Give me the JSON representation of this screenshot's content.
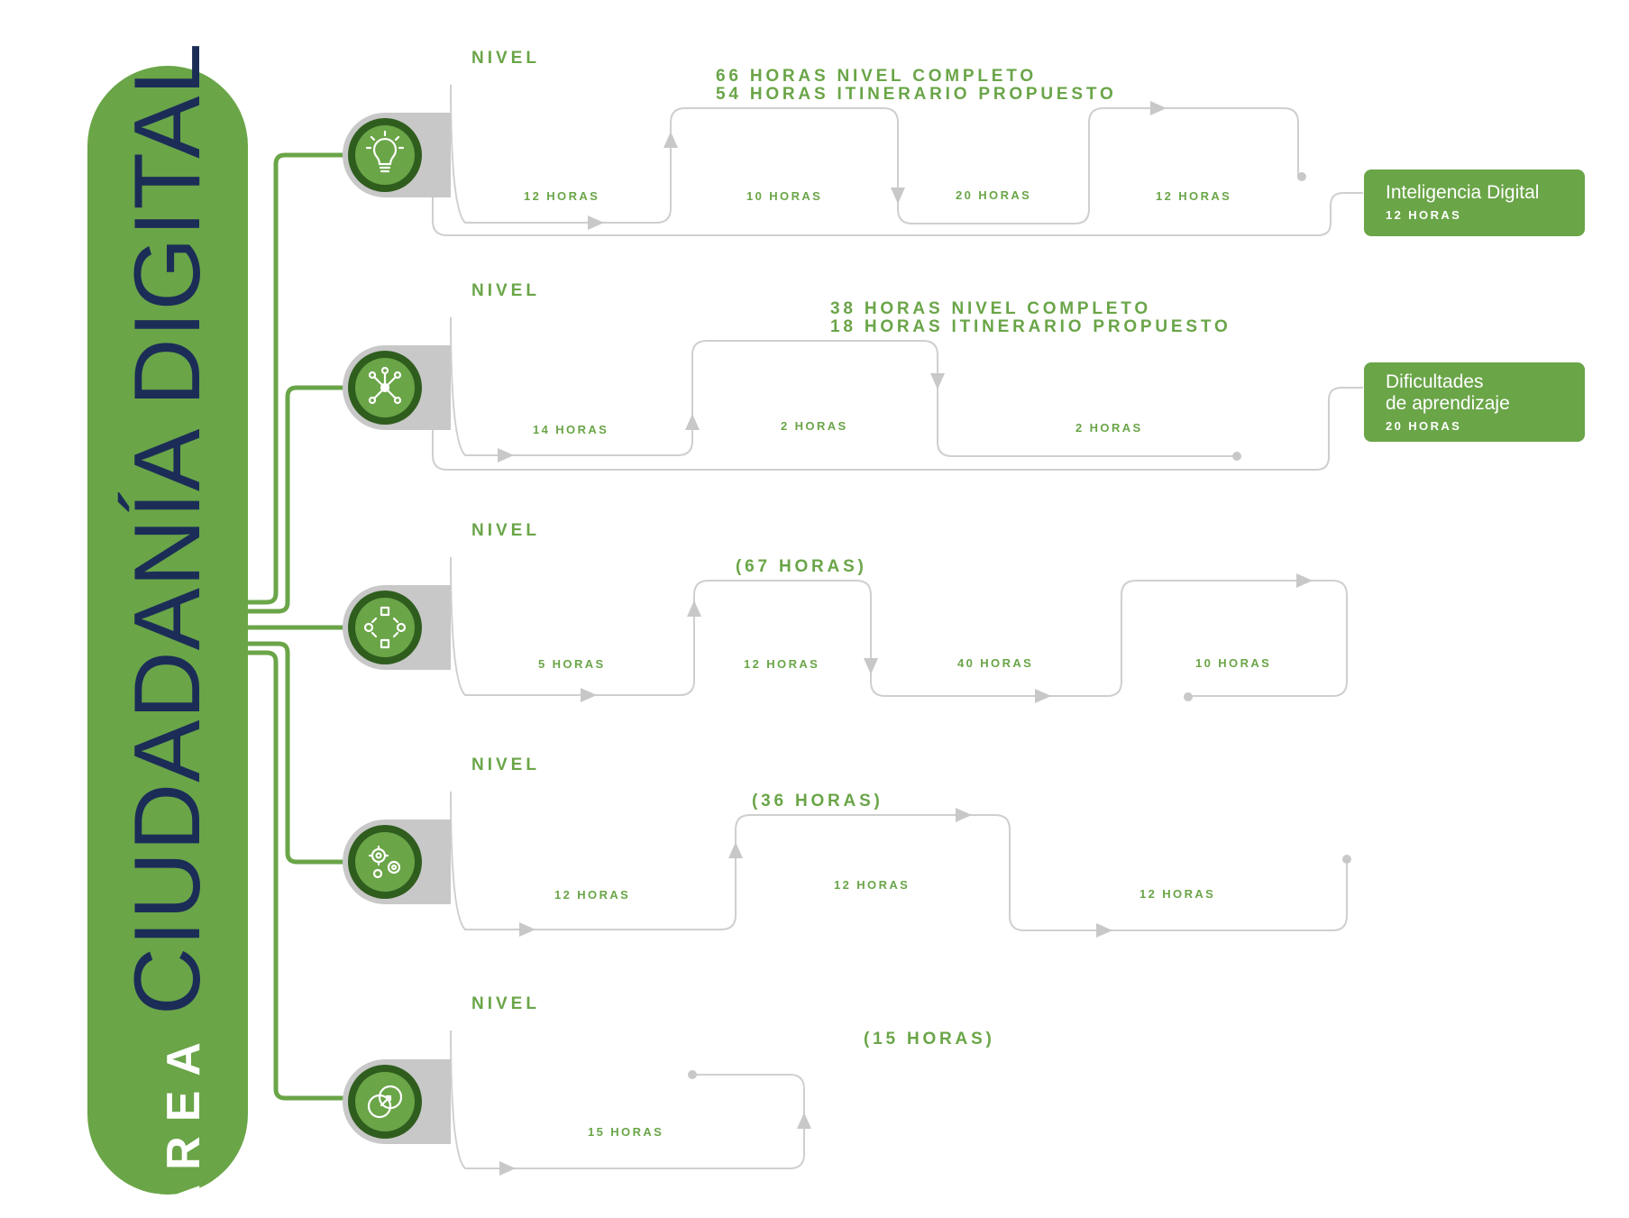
{
  "area": {
    "prefix": "ÁREA",
    "title": "CIUDADANÍA DIGITAL"
  },
  "levels": [
    {
      "label": "NIVEL",
      "icon": "lightbulb-icon",
      "total_lines": [
        "66 HORAS NIVEL COMPLETO",
        "54 HORAS ITINERARIO PROPUESTO"
      ],
      "segments": [
        "12 HORAS",
        "10 HORAS",
        "20 HORAS",
        "12 HORAS"
      ],
      "extra": {
        "title_lines": [
          "Inteligencia Digital"
        ],
        "hours": "12 HORAS"
      }
    },
    {
      "label": "NIVEL",
      "icon": "network-icon",
      "total_lines": [
        "38 HORAS NIVEL COMPLETO",
        "18 HORAS ITINERARIO PROPUESTO"
      ],
      "segments": [
        "14 HORAS",
        "2 HORAS",
        "2 HORAS"
      ],
      "extra": {
        "title_lines": [
          "Dificultades",
          "de aprendizaje"
        ],
        "hours": "20 HORAS"
      }
    },
    {
      "label": "NIVEL",
      "icon": "cycle-icon",
      "total_lines": [
        "(67 HORAS)"
      ],
      "segments": [
        "5 HORAS",
        "12 HORAS",
        "40 HORAS",
        "10 HORAS"
      ]
    },
    {
      "label": "NIVEL",
      "icon": "gears-icon",
      "total_lines": [
        "(36 HORAS)"
      ],
      "segments": [
        "12 HORAS",
        "12 HORAS",
        "12 HORAS"
      ]
    },
    {
      "label": "NIVEL",
      "icon": "link-icon",
      "total_lines": [
        "(15 HORAS)"
      ],
      "segments": [
        "15 HORAS"
      ]
    }
  ],
  "colors": {
    "green": "#6aa548",
    "dark_green": "#2f5d1e",
    "navy": "#1b2d57",
    "gray": "#c8c8c8",
    "line": "#cfcfcf"
  }
}
